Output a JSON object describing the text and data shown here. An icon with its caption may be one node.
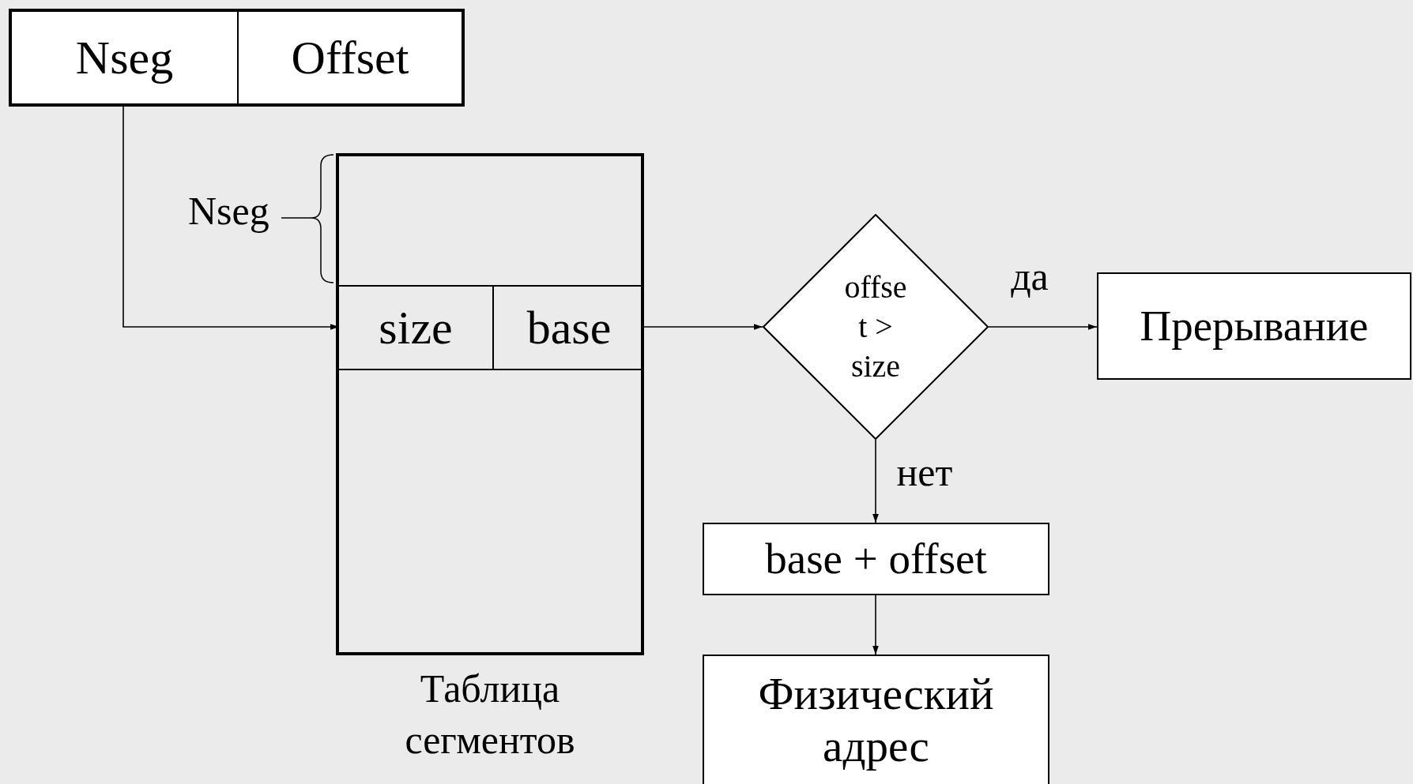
{
  "diagram": {
    "nodes": [
      {
        "text": [
          "Nseg"
        ]
      },
      {
        "text": [
          "Offset"
        ]
      },
      {
        "text": [
          "Таблица сегментов"
        ]
      },
      {
        "text": [
          "size"
        ],
        "in": 2
      },
      {
        "text": [
          "base"
        ],
        "in": 2
      },
      {
        "text": [
          "offse t > size"
        ]
      },
      {
        "text": [
          "Прерывание"
        ]
      },
      {
        "text": [
          "base + offset"
        ]
      },
      {
        "text": [
          "Физический адрес"
        ]
      }
    ],
    "edges": [
      {
        "from": 0,
        "to": 3,
        "arrow": "to"
      },
      {
        "from": 4,
        "to": 5,
        "arrow": "to"
      },
      {
        "from": 5,
        "to": 6,
        "arrow": "to",
        "label": "да"
      },
      {
        "from": 5,
        "to": 7,
        "arrow": "to",
        "label": "нет"
      },
      {
        "from": 7,
        "to": 8,
        "arrow": "to"
      }
    ],
    "labels": [
      "Nseg"
    ]
  }
}
